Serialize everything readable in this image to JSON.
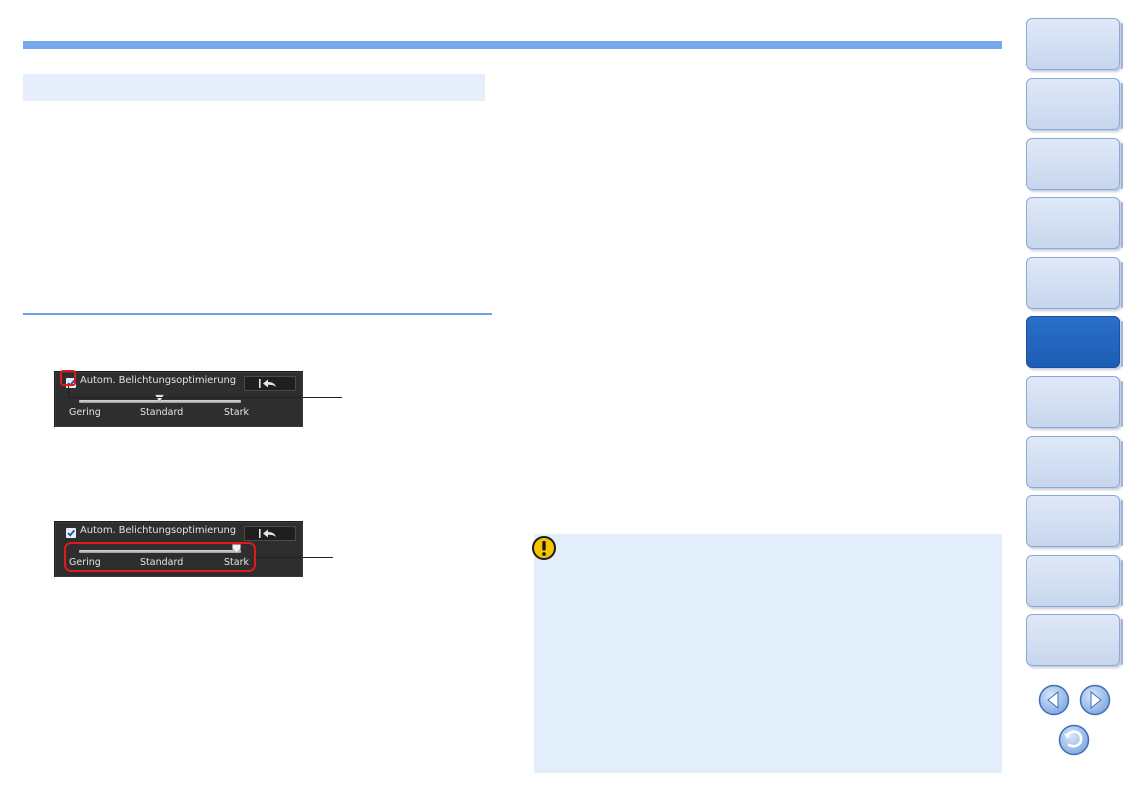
{
  "panels": [
    {
      "title": "Autom. Belichtungsoptimierung",
      "checked": true,
      "slider_labels": [
        "Gering",
        "Standard",
        "Stark"
      ],
      "slider_value": "Standard"
    },
    {
      "title": "Autom. Belichtungsoptimierung",
      "checked": true,
      "slider_labels": [
        "Gering",
        "Standard",
        "Stark"
      ],
      "slider_value": "Stark"
    }
  ],
  "colors": {
    "accent_bar": "#76a8ec",
    "section_fill": "#e6eefb",
    "note_fill": "#e3eefb",
    "highlight": "#e0191c",
    "nav_active": "#2a6fc9",
    "warning": "#f5c400"
  },
  "nav": {
    "tab_count": 11,
    "active_index": 5,
    "icons": [
      "prev-page-icon",
      "next-page-icon",
      "return-icon"
    ]
  }
}
